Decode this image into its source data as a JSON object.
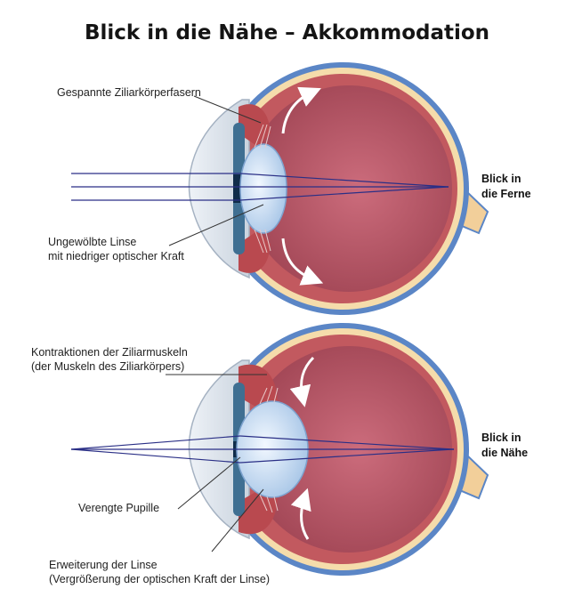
{
  "title": "Blick in die Nähe – Akkommodation",
  "top_eye": {
    "label_fibers": "Gespannte Ziliarkörperfasern",
    "label_lens_line1": "Ungewölbte Linse",
    "label_lens_line2": "mit niedriger optischer Kraft",
    "side_line1": "Blick in",
    "side_line2": "die Ferne"
  },
  "bottom_eye": {
    "label_muscles_line1": "Kontraktionen der Ziliarmuskeln",
    "label_muscles_line2": "(der Muskeln des Ziliarkörpers)",
    "label_pupil": "Verengte Pupille",
    "label_lens_line1": "Erweiterung der Linse",
    "label_lens_line2": "(Vergrößerung der optischen Kraft der Linse)",
    "side_line1": "Blick in",
    "side_line2": "die Nähe"
  },
  "colors": {
    "sclera": "#5b86c6",
    "choroid": "#f5dcab",
    "retina": "#c2595f",
    "vitreous": "#b75766",
    "lens": "#d2e3f7",
    "iris": "#3f6f92",
    "rays": "#2a2f86"
  }
}
